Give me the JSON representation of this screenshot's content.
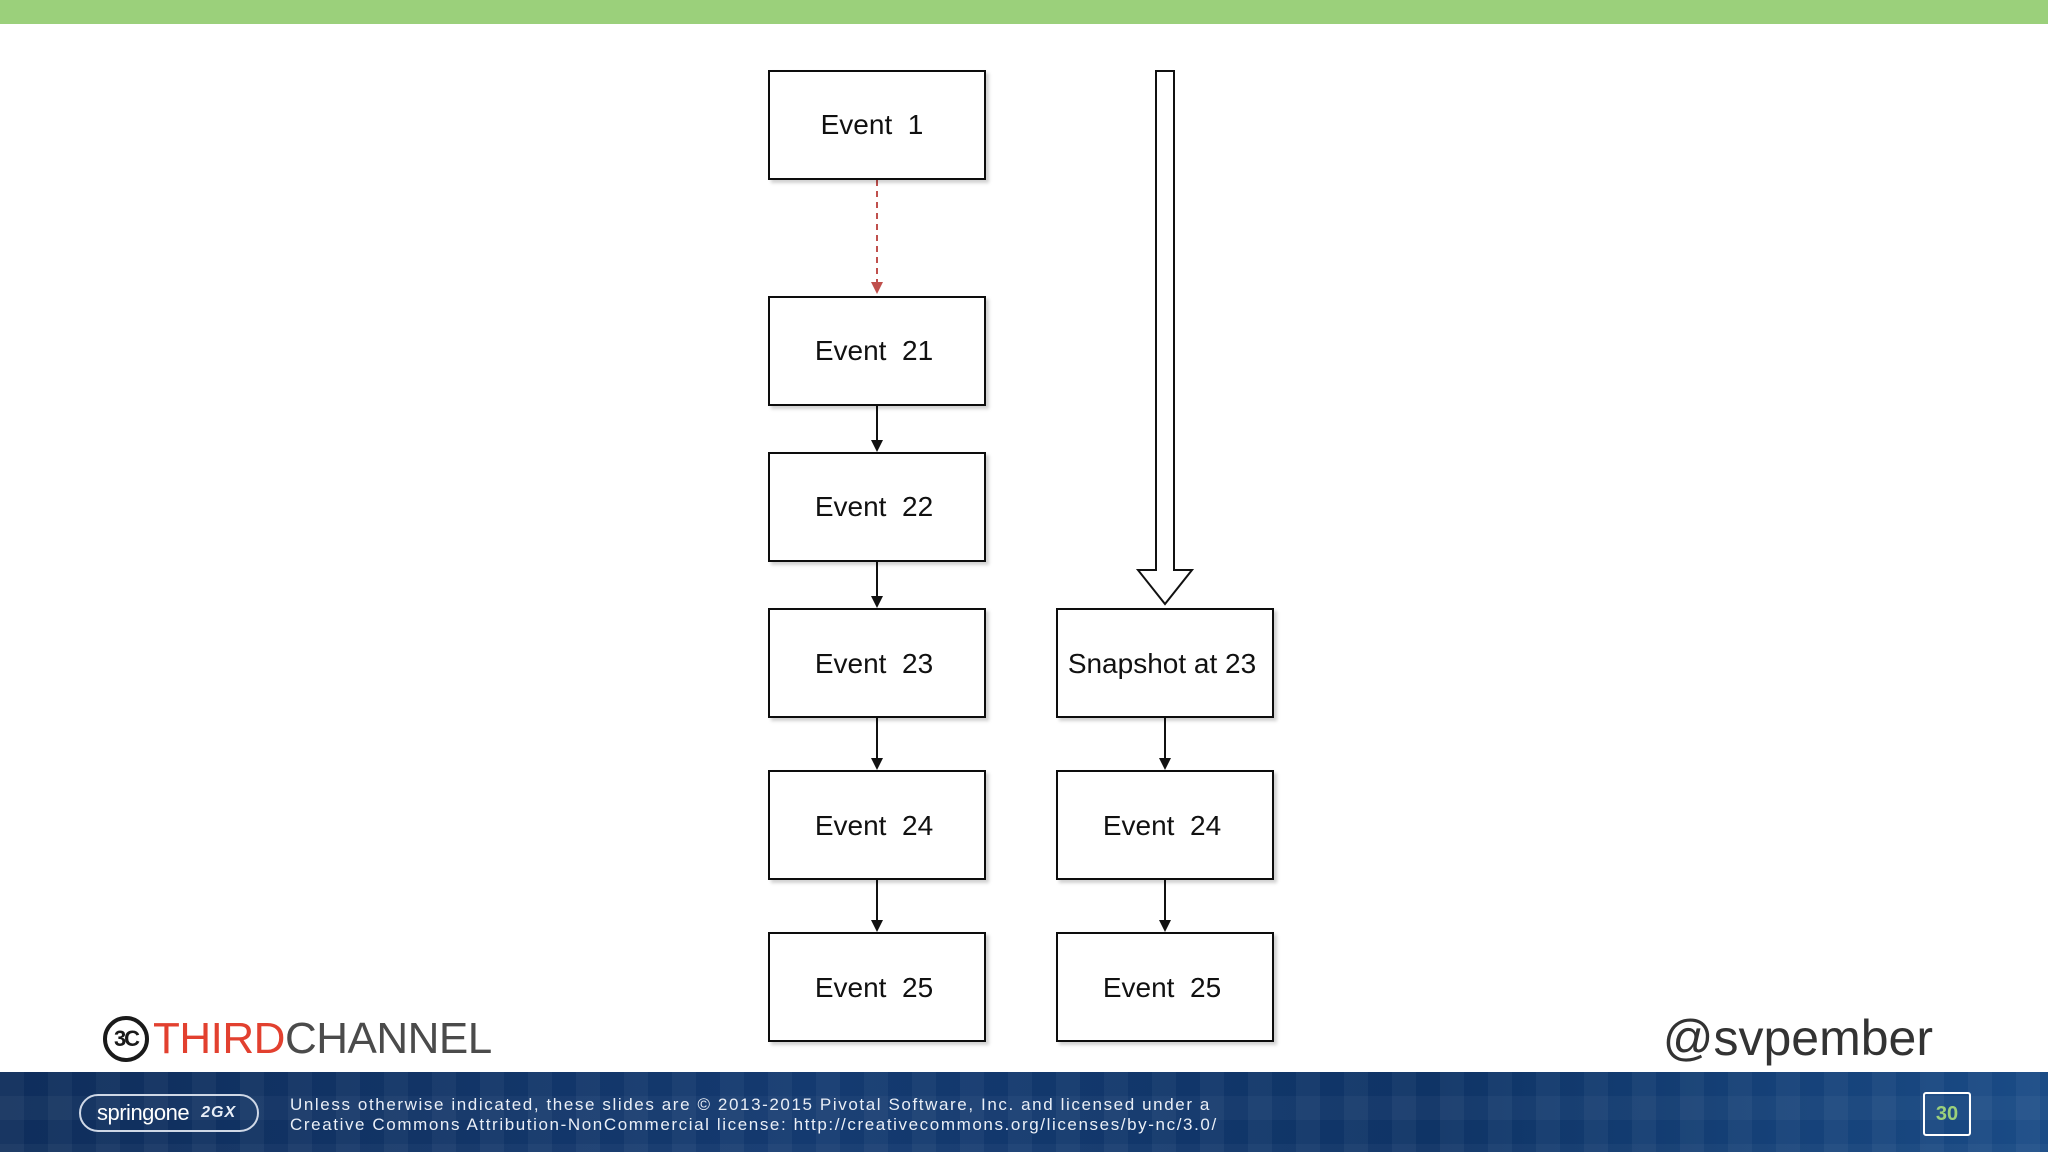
{
  "diagram": {
    "left_column": [
      {
        "id": "e1",
        "label": "Event  1"
      },
      {
        "id": "e21",
        "label": "Event  21"
      },
      {
        "id": "e22",
        "label": "Event  22"
      },
      {
        "id": "e23",
        "label": "Event  23"
      },
      {
        "id": "e24",
        "label": "Event  24"
      },
      {
        "id": "e25",
        "label": "Event  25"
      }
    ],
    "right_column": [
      {
        "id": "snap",
        "label": "Snapshot at 23"
      },
      {
        "id": "r24",
        "label": "Event  24"
      },
      {
        "id": "r25",
        "label": "Event  25"
      }
    ],
    "edges": [
      {
        "from": "e1",
        "to": "e21",
        "style": "dashed",
        "color": "#c0504d"
      },
      {
        "from": "e21",
        "to": "e22",
        "style": "solid"
      },
      {
        "from": "e22",
        "to": "e23",
        "style": "solid"
      },
      {
        "from": "e23",
        "to": "e24",
        "style": "solid"
      },
      {
        "from": "e24",
        "to": "e25",
        "style": "solid"
      },
      {
        "from": "snap",
        "to": "r24",
        "style": "solid"
      },
      {
        "from": "r24",
        "to": "r25",
        "style": "solid"
      },
      {
        "from": "top",
        "to": "snap",
        "style": "hollow-block-arrow"
      }
    ]
  },
  "branding": {
    "logo_mark": "3C",
    "logo_third": "THIRD",
    "logo_channel": "CHANNEL",
    "handle": "@svpember",
    "accent_green": "#9bd07b",
    "accent_red": "#e2402f"
  },
  "footer": {
    "conference_name": "springone",
    "conference_badge": "2GX",
    "license_line1": "Unless otherwise indicated, these slides are © 2013-2015 Pivotal Software, Inc. and licensed under a",
    "license_line2": "Creative Commons Attribution-NonCommercial license: http://creativecommons.org/licenses/by-nc/3.0/",
    "page_number": "30"
  }
}
